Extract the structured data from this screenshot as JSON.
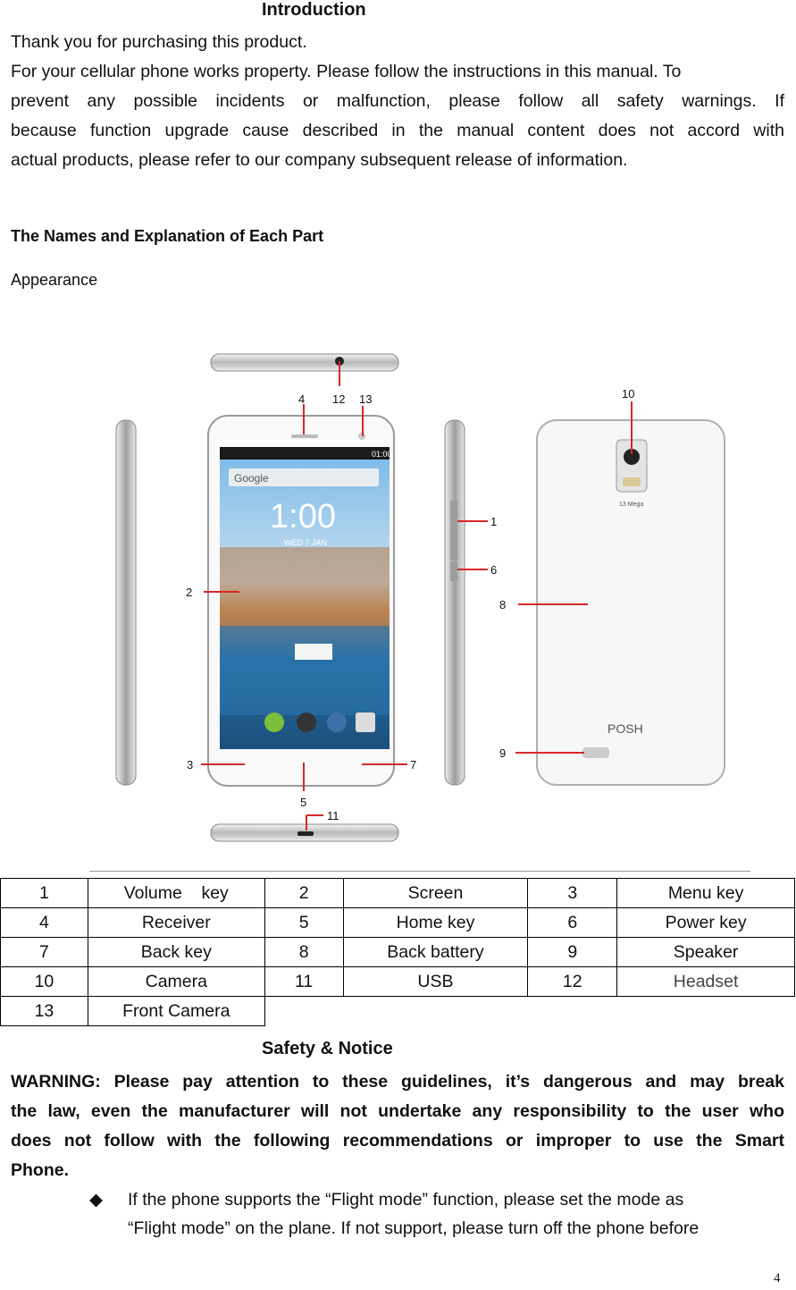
{
  "intro": {
    "title": "Introduction",
    "line1": "Thank you for purchasing this product.",
    "para_lines": [
      "For your cellular phone works property. Please follow the instructions in this manual. To",
      "prevent any possible incidents or malfunction, please follow all safety warnings. If",
      "because function upgrade cause described in the manual content does not accord with",
      "actual products, please refer to our company subsequent release of information."
    ]
  },
  "parts_section": {
    "heading": "The Names and Explanation of Each Part",
    "appearance": "Appearance"
  },
  "figure": {
    "callouts": [
      "1",
      "2",
      "3",
      "4",
      "5",
      "6",
      "7",
      "8",
      "9",
      "10",
      "11",
      "12",
      "13"
    ],
    "screen_time": "1:00",
    "screen_date": "WED 7 JAN",
    "search_text": "Google",
    "status_time": "01:00",
    "brand": "POSH",
    "camera_text": "13 Mega"
  },
  "parts_table": [
    [
      {
        "num": "1",
        "name": "Volume    key"
      },
      {
        "num": "2",
        "name": "Screen"
      },
      {
        "num": "3",
        "name": "Menu key"
      }
    ],
    [
      {
        "num": "4",
        "name": "Receiver"
      },
      {
        "num": "5",
        "name": "Home key"
      },
      {
        "num": "6",
        "name": "Power key"
      }
    ],
    [
      {
        "num": "7",
        "name": "Back key"
      },
      {
        "num": "8",
        "name": "Back battery"
      },
      {
        "num": "9",
        "name": "Speaker"
      }
    ],
    [
      {
        "num": "10",
        "name": "Camera"
      },
      {
        "num": "11",
        "name": "USB"
      },
      {
        "num": "12",
        "name": "Headset"
      }
    ],
    [
      {
        "num": "13",
        "name": "Front Camera"
      }
    ]
  ],
  "safety": {
    "title": "Safety & Notice",
    "warning_lines": [
      "WARNING: Please pay attention to these guidelines, it’s dangerous and may break",
      "the law, even the manufacturer will not undertake any responsibility to the user who",
      "does not follow with the following recommendations or improper to use the Smart",
      "Phone."
    ],
    "bullet_lines": [
      "If the phone supports the “Flight mode” function, please set the mode as",
      "“Flight mode” on the plane. If not support, please turn off the phone before"
    ]
  },
  "page_number": "4",
  "colors": {
    "callout_line": "#d62828",
    "text": "#111111",
    "table_border": "#000000"
  }
}
